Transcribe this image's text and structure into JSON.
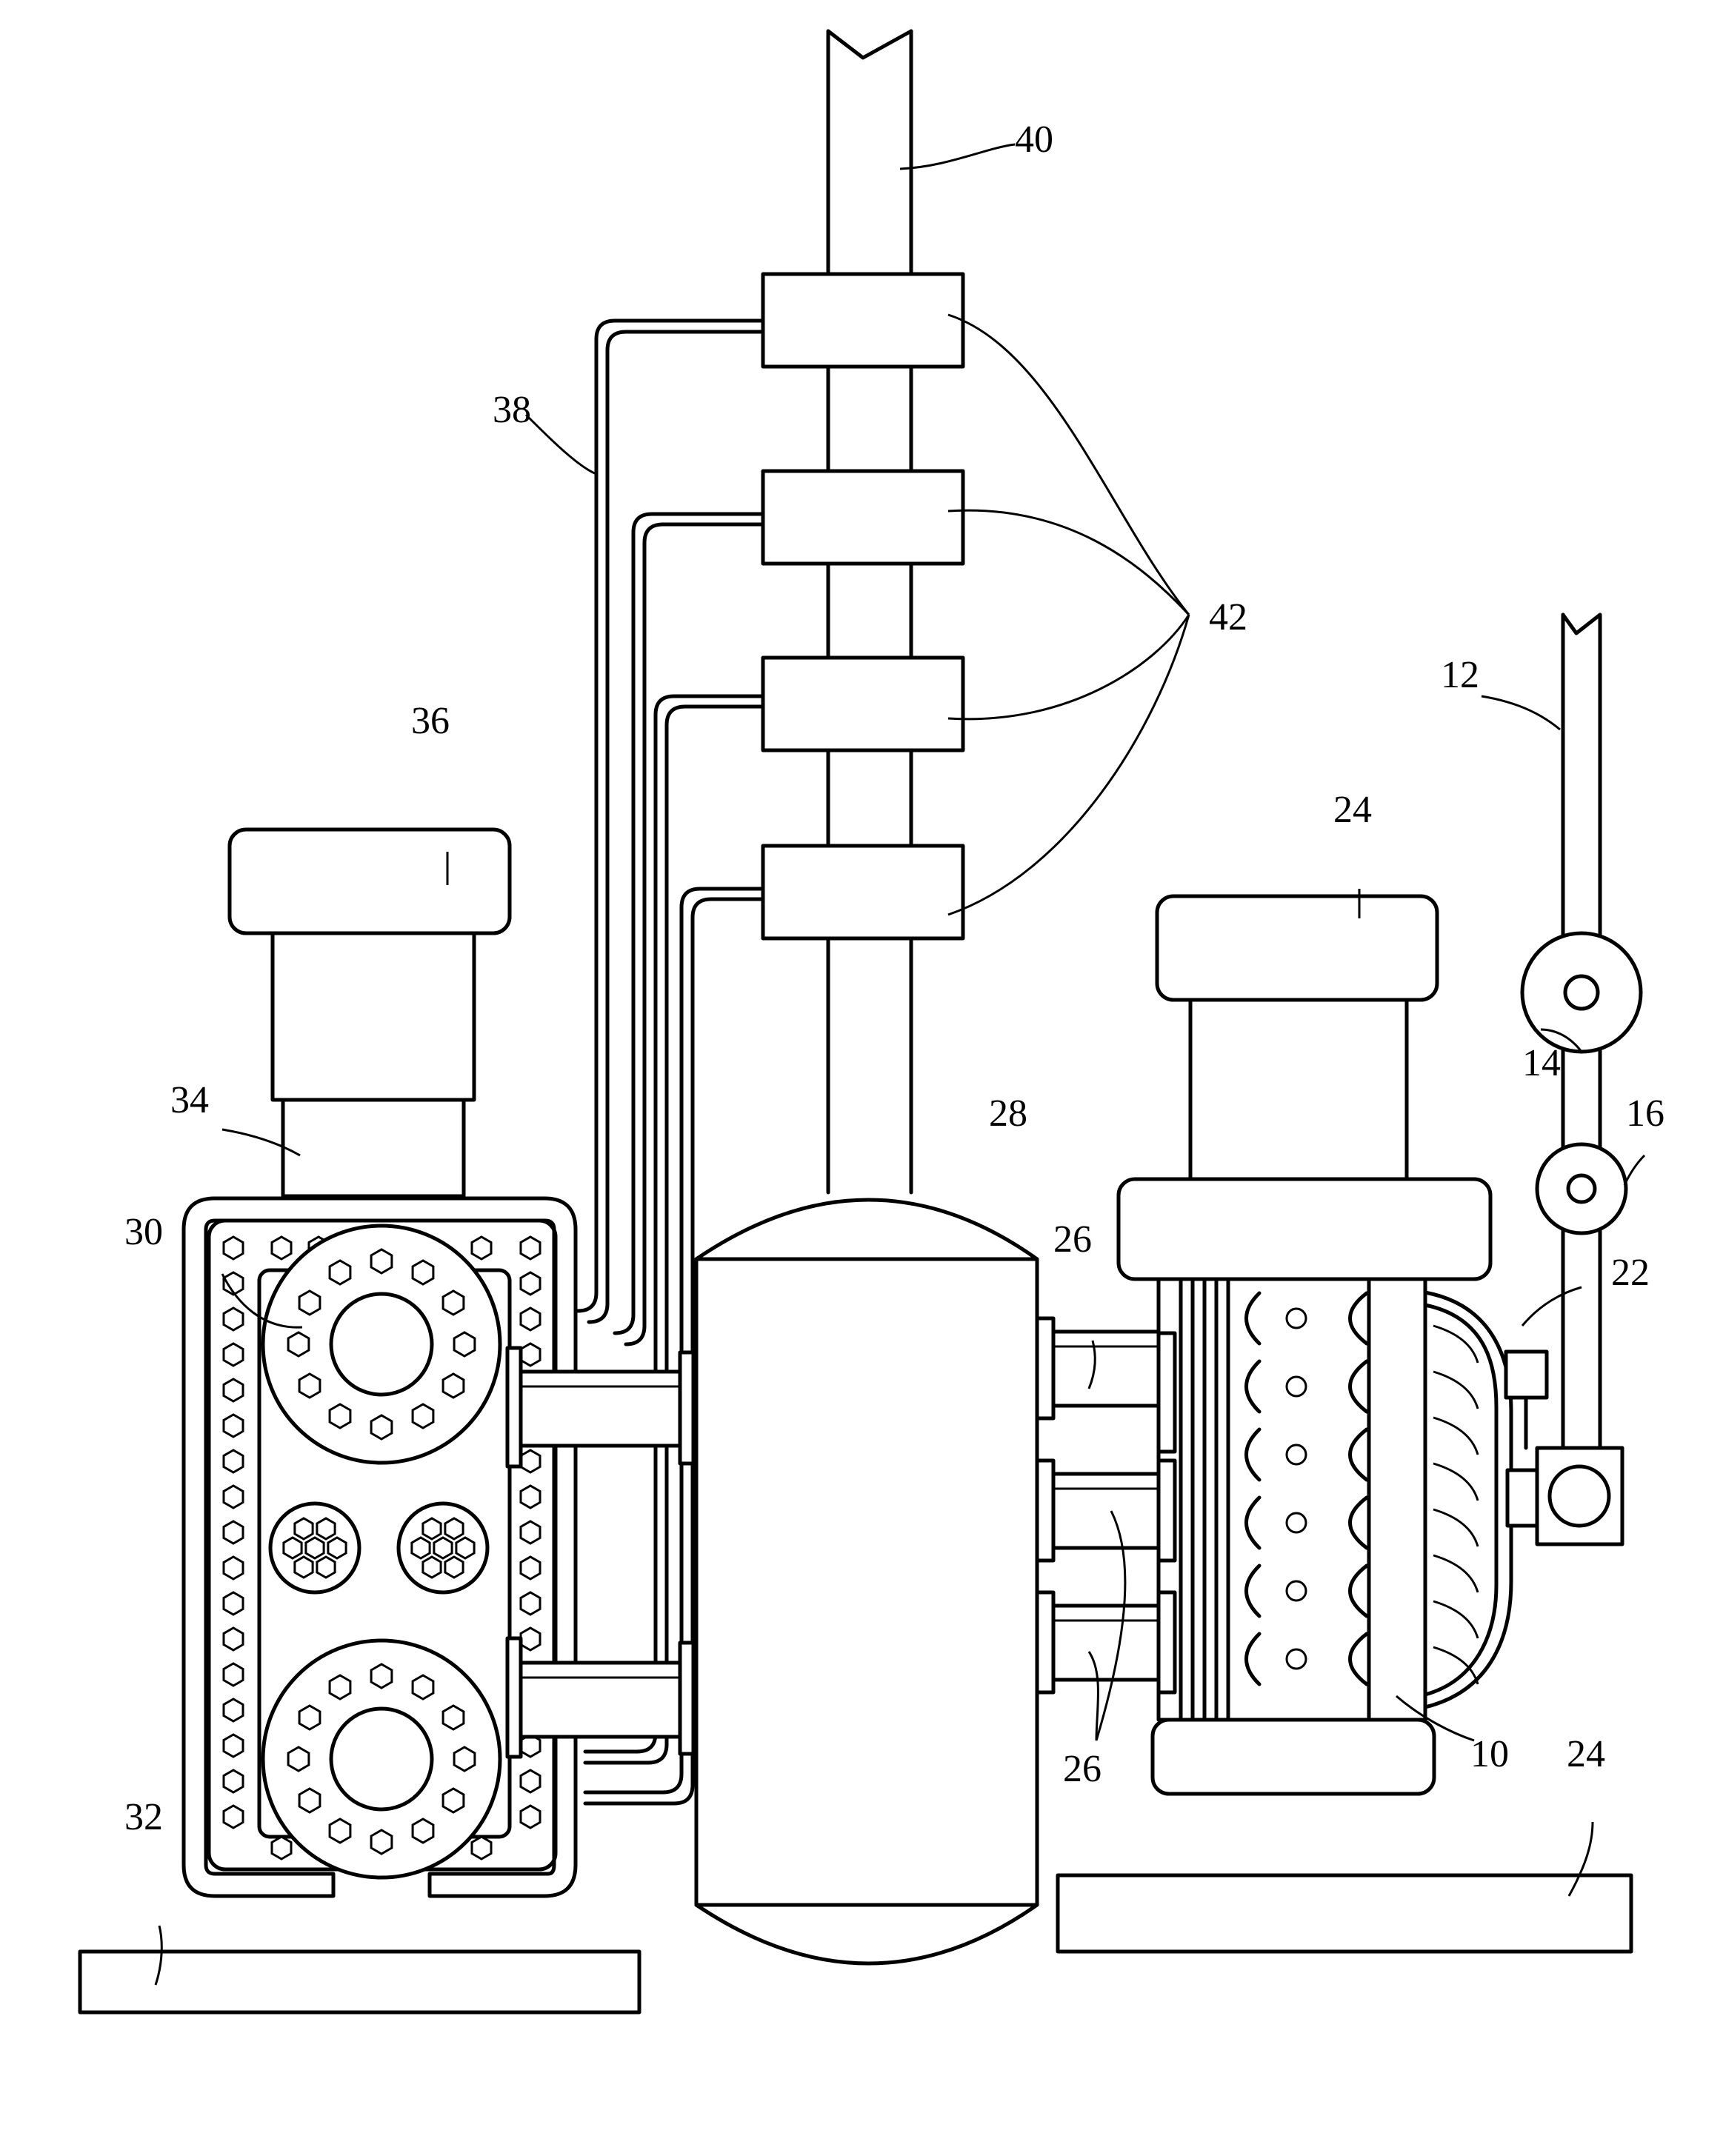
{
  "figure": {
    "labels": {
      "l10": "10",
      "l12": "12",
      "l14": "14",
      "l16": "16",
      "l22": "22",
      "l24_top": "24",
      "l24_bottom": "24",
      "l26_top": "26",
      "l26_bottom": "26",
      "l28": "28",
      "l30": "30",
      "l32": "32",
      "l34": "34",
      "l36": "36",
      "l38": "38",
      "l40": "40",
      "l42": "42"
    }
  }
}
